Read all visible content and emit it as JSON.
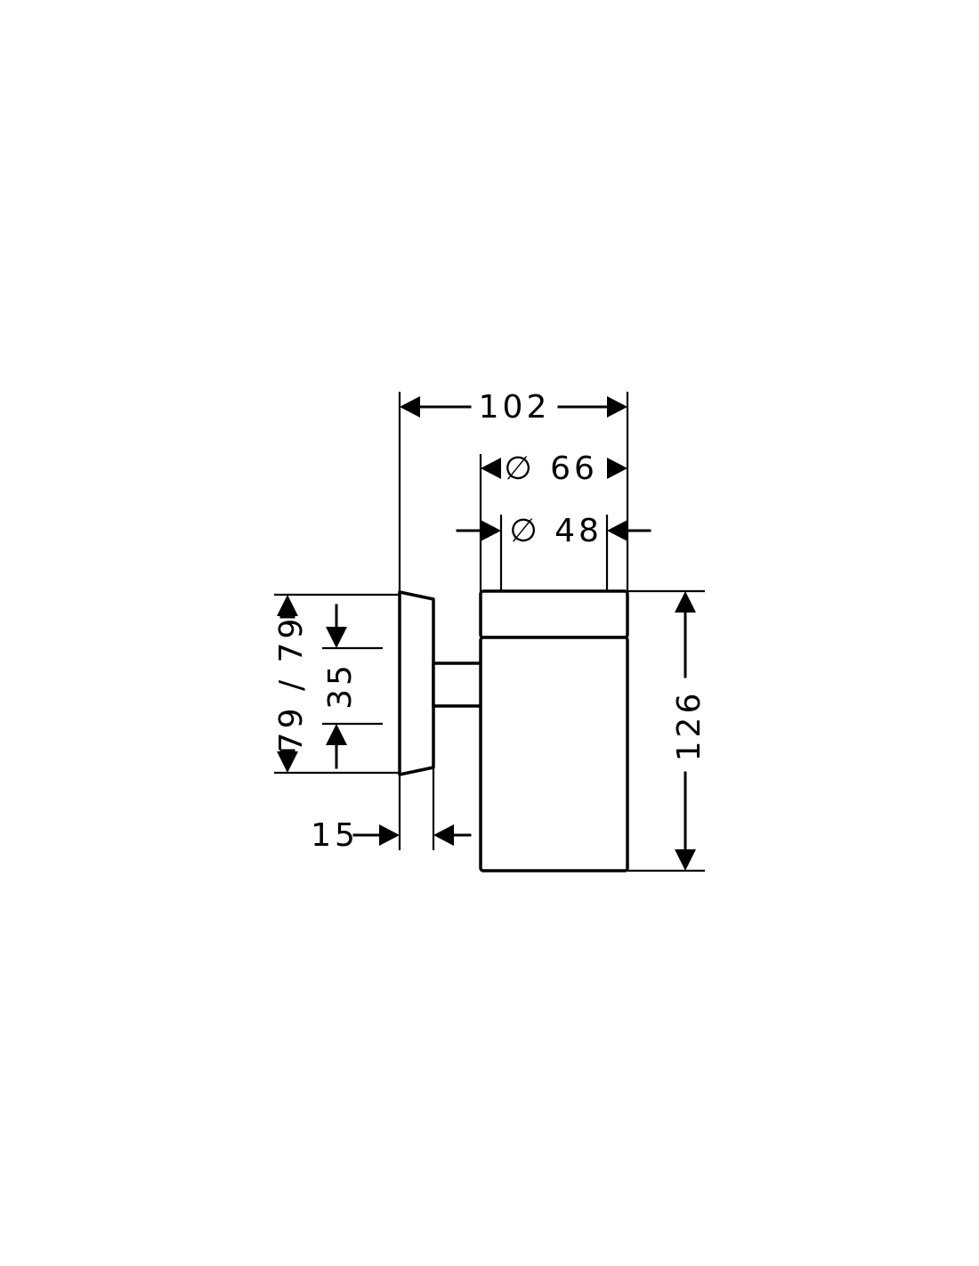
{
  "drawing": {
    "dimensions": {
      "overall_depth": "102",
      "outer_diameter": "66",
      "inner_diameter": "48",
      "height": "126",
      "mount_height": "79 / 79",
      "fixing_spacing": "35",
      "plate_depth": "15"
    },
    "diameter_symbol": "∅"
  }
}
